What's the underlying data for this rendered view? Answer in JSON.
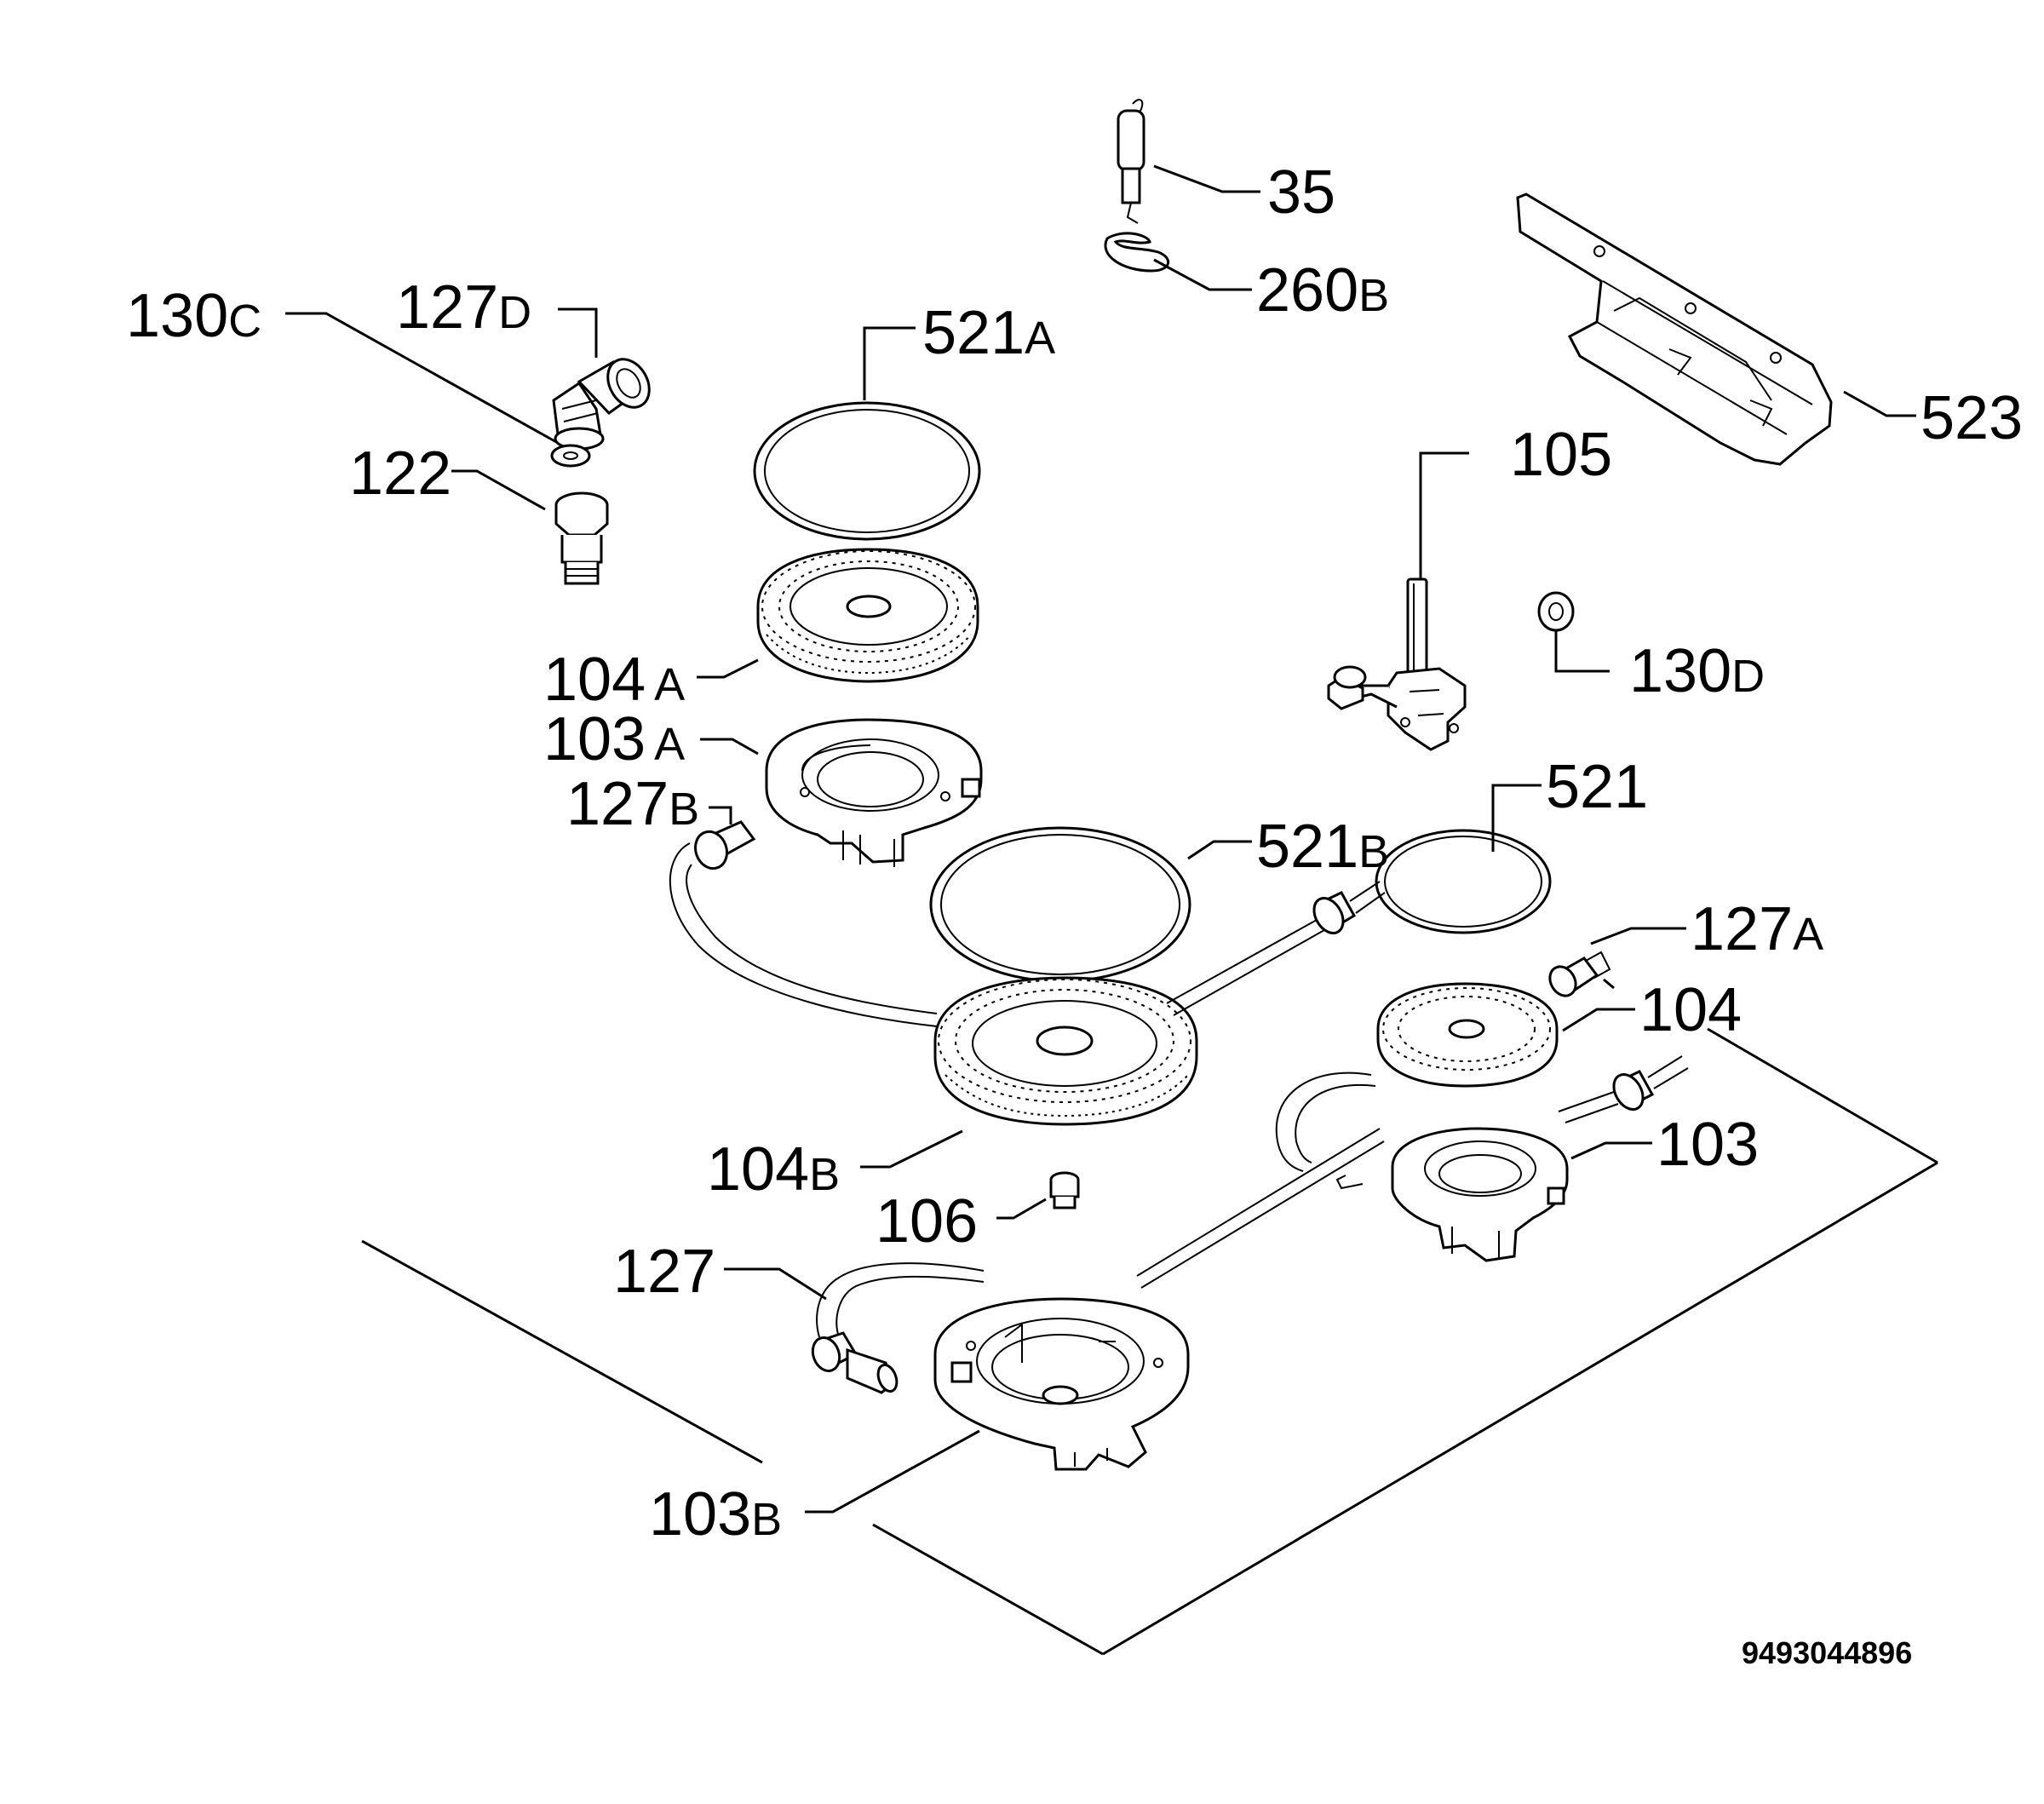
{
  "labels": [
    {
      "id": "35",
      "num": "35",
      "suf": ""
    },
    {
      "id": "260B",
      "num": "260",
      "suf": "B"
    },
    {
      "id": "523",
      "num": "523",
      "suf": ""
    },
    {
      "id": "130C",
      "num": "130",
      "suf": "C"
    },
    {
      "id": "127D",
      "num": "127",
      "suf": "D"
    },
    {
      "id": "521A",
      "num": "521",
      "suf": "A"
    },
    {
      "id": "122",
      "num": "122",
      "suf": ""
    },
    {
      "id": "105",
      "num": "105",
      "suf": ""
    },
    {
      "id": "104A",
      "num": "104",
      "suf": "A"
    },
    {
      "id": "130D",
      "num": "130",
      "suf": "D"
    },
    {
      "id": "103A",
      "num": "103",
      "suf": "A"
    },
    {
      "id": "127B",
      "num": "127",
      "suf": "B"
    },
    {
      "id": "521",
      "num": "521",
      "suf": ""
    },
    {
      "id": "521B",
      "num": "521",
      "suf": "B"
    },
    {
      "id": "127A",
      "num": "127",
      "suf": "A"
    },
    {
      "id": "104",
      "num": "104",
      "suf": ""
    },
    {
      "id": "103",
      "num": "103",
      "suf": ""
    },
    {
      "id": "104B",
      "num": "104",
      "suf": "B"
    },
    {
      "id": "106",
      "num": "106",
      "suf": ""
    },
    {
      "id": "127",
      "num": "127",
      "suf": ""
    },
    {
      "id": "103B",
      "num": "103",
      "suf": "B"
    }
  ],
  "drawing_code": "9493044896"
}
